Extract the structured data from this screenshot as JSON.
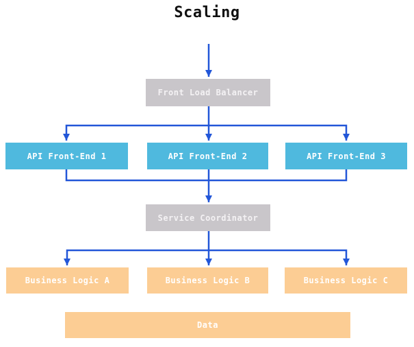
{
  "title": "Scaling",
  "colors": {
    "arrow": "#2256d8",
    "frontend_box": "#4fb9de",
    "coordinator_box": "#c9c6ca",
    "logic_box": "#fccd94",
    "box_text": "#ffffff",
    "title_text": "#111111"
  },
  "nodes": {
    "load_balancer": {
      "label": "Front Load Balancer"
    },
    "api_front_end_1": {
      "label": "API Front-End 1"
    },
    "api_front_end_2": {
      "label": "API Front-End 2"
    },
    "api_front_end_3": {
      "label": "API Front-End 3"
    },
    "service_coordinator": {
      "label": "Service Coordinator"
    },
    "business_logic_a": {
      "label": "Business Logic A"
    },
    "business_logic_b": {
      "label": "Business Logic B"
    },
    "business_logic_c": {
      "label": "Business Logic C"
    },
    "data": {
      "label": "Data"
    }
  },
  "edges": [
    "title -> load_balancer",
    "load_balancer -> api_front_end_1",
    "load_balancer -> api_front_end_2",
    "load_balancer -> api_front_end_3",
    "api_front_end_1 -> service_coordinator",
    "api_front_end_2 -> service_coordinator",
    "api_front_end_3 -> service_coordinator",
    "service_coordinator -> business_logic_a",
    "service_coordinator -> business_logic_b",
    "service_coordinator -> business_logic_c"
  ]
}
